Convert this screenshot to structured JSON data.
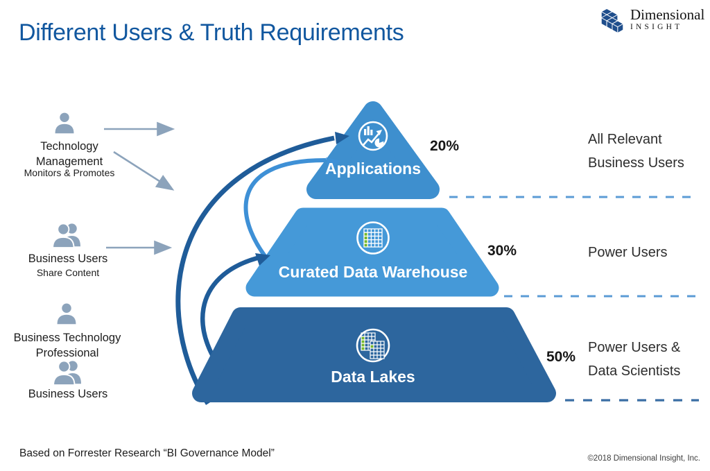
{
  "header": {
    "title": "Different Users & Truth Requirements",
    "logo": {
      "brand_line1": "Dimensional",
      "brand_line2": "INSIGHT",
      "icon": "cubes-logo-icon"
    }
  },
  "personas": [
    {
      "icon": "single-user-icon",
      "label": "Technology Management",
      "sublabel": "Monitors & Promotes"
    },
    {
      "icon": "multi-user-icon",
      "label": "Business Users",
      "sublabel": "Share Content"
    },
    {
      "icon": "single-user-icon",
      "label": "Business Technology Professional",
      "sublabel": ""
    },
    {
      "icon": "multi-user-icon",
      "label": "Business Users",
      "sublabel": ""
    }
  ],
  "pyramid": {
    "tiers": [
      {
        "label": "Applications",
        "percent": "20%",
        "audience": "All Relevant Business Users",
        "icon": "analytics-chart-icon",
        "color": "#3E8FCE"
      },
      {
        "label": "Curated Data Warehouse",
        "percent": "30%",
        "audience": "Power Users",
        "icon": "data-grid-icon",
        "color": "#4599D8"
      },
      {
        "label": "Data Lakes",
        "percent": "50%",
        "audience": "Power Users & Data Scientists",
        "icon": "dual-data-grid-icon",
        "color": "#2D669E"
      }
    ]
  },
  "footer": {
    "source_note": "Based on Forrester Research “BI Governance Model”",
    "copyright": "©2018 Dimensional Insight, Inc."
  },
  "colors": {
    "title_blue": "#11579F",
    "dark_arrow_blue": "#1F5C99",
    "light_arrow_blue": "#3E90D6",
    "persona_gray": "#8CA3BB",
    "dashed_light_blue": "#5B9BD5",
    "dashed_dark_blue": "#3A6EA5",
    "grid_green": "#76B82A",
    "logo_blue": "#1F4E8C"
  }
}
